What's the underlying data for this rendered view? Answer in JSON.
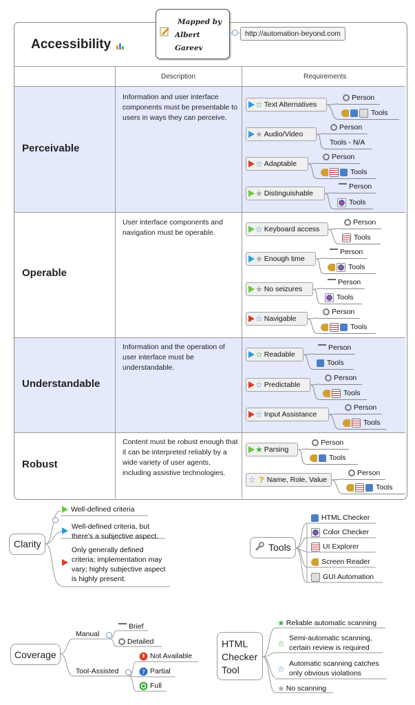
{
  "title": "Accessibility",
  "author_note": [
    "Mapped by",
    "Albert",
    "Gareev"
  ],
  "link": "http://automation-beyond.com",
  "columns": {
    "description": "Description",
    "requirements": "Requirements"
  },
  "rows": [
    {
      "title": "Perceivable",
      "description": "Information and user interface components must be presentable to users in ways they can perceive."
    },
    {
      "title": "Operable",
      "description": "User interface components and navigation must be operable."
    },
    {
      "title": "Understandable",
      "description": "Information and the operation of user interface must be understandable."
    },
    {
      "title": "Robust",
      "description": "Content must be robust enough that it can be interpreted reliably by a wide variety of user agents, including assistive technologies."
    }
  ],
  "requirements": [
    {
      "label": "Text Alternatives",
      "flag": "blue",
      "star": "outline-green",
      "person": "Person",
      "tools": "Tools"
    },
    {
      "label": "Audio/Video",
      "flag": "blue",
      "star": "grey",
      "person": "Person",
      "tools": "Tools - N/A"
    },
    {
      "label": "Adaptable",
      "flag": "red",
      "star": "outline-blue",
      "person": "Person",
      "tools": "Tools"
    },
    {
      "label": "Distinguishable",
      "flag": "green",
      "star": "grey",
      "person": "Person",
      "tools": "Tools"
    },
    {
      "label": "Keyboard access",
      "flag": "green",
      "star": "outline-blue",
      "person": "Person",
      "tools": "Tools"
    },
    {
      "label": "Enough time",
      "flag": "blue",
      "star": "grey",
      "person": "Person",
      "tools": "Tools"
    },
    {
      "label": "No seizures",
      "flag": "green",
      "star": "grey",
      "person": "Person",
      "tools": "Tools"
    },
    {
      "label": "Navigable",
      "flag": "red",
      "star": "outline-blue",
      "person": "Person",
      "tools": "Tools"
    },
    {
      "label": "Readable",
      "flag": "blue",
      "star": "outline-green",
      "person": "Person",
      "tools": "Tools"
    },
    {
      "label": "Predictable",
      "flag": "red",
      "star": "outline-blue",
      "person": "Person",
      "tools": "Tools"
    },
    {
      "label": "Input Assistance",
      "flag": "red",
      "star": "outline-blue",
      "person": "Person",
      "tools": "Tools"
    },
    {
      "label": "Parsing",
      "flag": "green",
      "star": "green",
      "person": "Person",
      "tools": "Tools"
    },
    {
      "label": "Name, Role, Value",
      "flag": "none",
      "star": "outline-blue",
      "person": "Person",
      "tools": "Tools"
    }
  ],
  "clarity": {
    "title": "Clarity",
    "items": [
      "Well-defined criteria",
      "Well-defined criteria, but there's a subjective aspect.",
      "Only generally defined criteria; implementation may vary; highly subjective aspect is highly present."
    ]
  },
  "tools_legend": {
    "title": "Tools",
    "items": [
      "HTML Checker",
      "Color Checker",
      "UI Explorer",
      "Screen Reader",
      "GUI Automation"
    ]
  },
  "coverage": {
    "title": "Coverage",
    "manual": "Manual",
    "manual_items": [
      "Brief",
      "Detailed"
    ],
    "tool_assisted": "Tool-Assisted",
    "tool_items": [
      "Not Available",
      "Partial",
      "Full"
    ]
  },
  "html_checker": {
    "title": "HTML Checker Tool",
    "items": [
      "Reliable automatic scanning",
      "Semi-automatic scanning, certain review is required",
      "Automatic scanning catches only obvious violations",
      "No scanning"
    ]
  },
  "colors": {
    "band": "#e4e9fb",
    "flag_blue": "#2a9be0",
    "flag_red": "#e03a24",
    "flag_green": "#6ac83a"
  }
}
